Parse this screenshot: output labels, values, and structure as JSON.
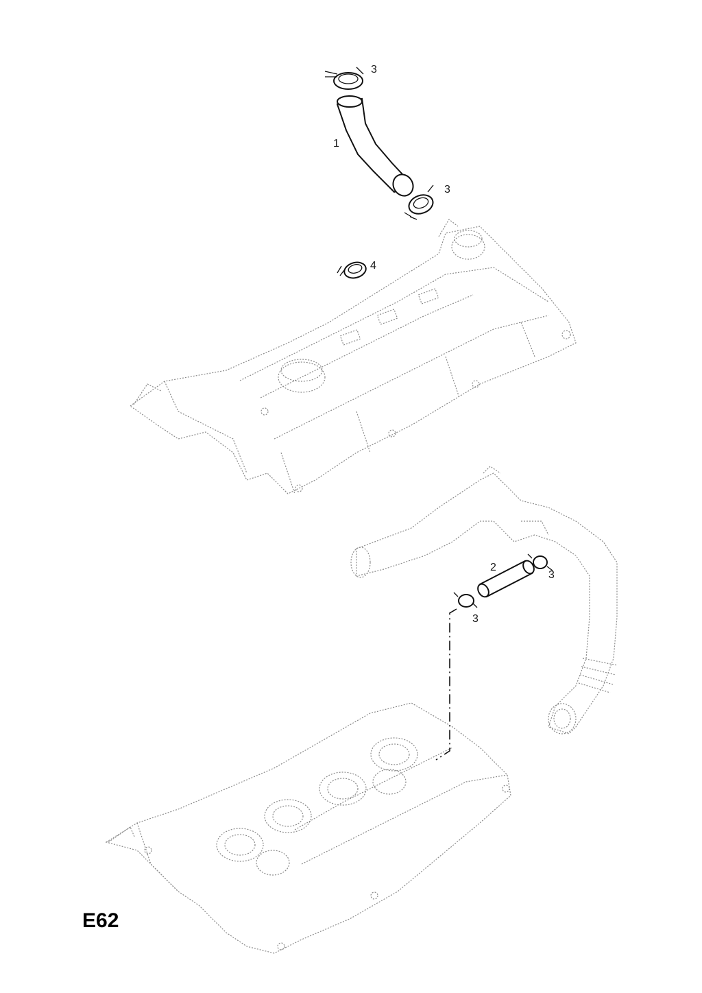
{
  "figure": {
    "code": "E62"
  },
  "callouts": [
    {
      "id": "c3-top",
      "label": "3"
    },
    {
      "id": "c1",
      "label": "1"
    },
    {
      "id": "c3-mid",
      "label": "3"
    },
    {
      "id": "c4",
      "label": "4"
    },
    {
      "id": "c2",
      "label": "2"
    },
    {
      "id": "c3-right",
      "label": "3"
    },
    {
      "id": "c3-lower",
      "label": "3"
    }
  ],
  "icons": {
    "clamp": "hose-clamp-icon",
    "hose": "breather-hose-icon",
    "cover": "camshaft-cover-icon",
    "manifold": "intake-manifold-icon",
    "pipe": "air-intake-pipe-icon"
  }
}
